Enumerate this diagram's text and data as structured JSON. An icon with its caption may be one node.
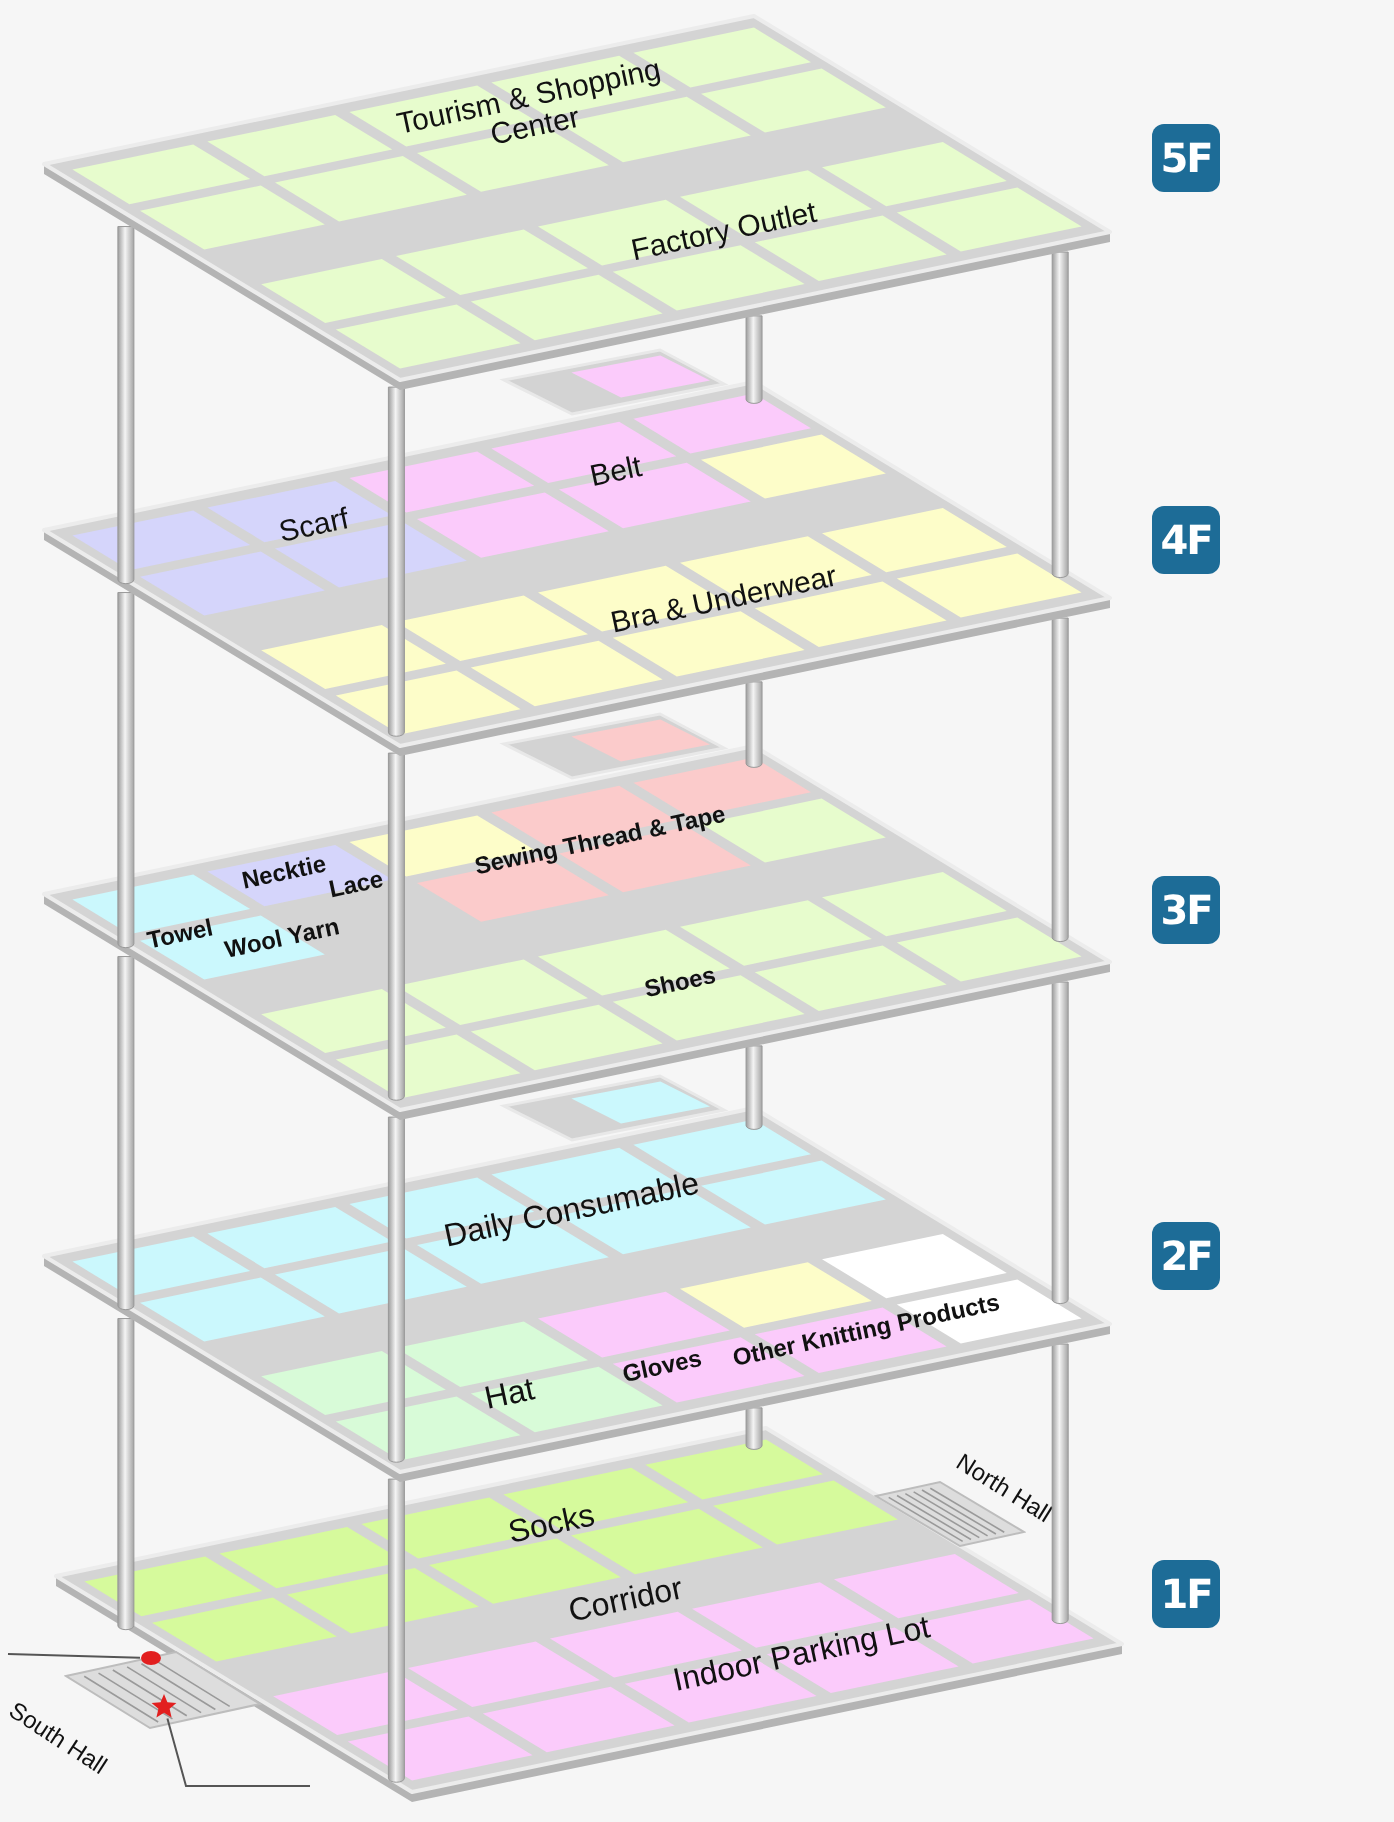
{
  "diagram": {
    "nodes": [
      {
        "text": [
          "Tourism & Shopping Center",
          "Factory Outlet"
        ]
      },
      {
        "text": [
          "5F"
        ]
      },
      {
        "text": [
          "Belt",
          "Scarf",
          "Bra & Underwear"
        ]
      },
      {
        "text": [
          "4F"
        ]
      },
      {
        "text": [
          "Sewing Thread & Tape",
          "Necktie",
          "Lace",
          "Towel",
          "Wool Yarn",
          "Shoes"
        ]
      },
      {
        "text": [
          "3F"
        ]
      },
      {
        "text": [
          "Daily Consumable",
          "Other Knitting Products",
          "Gloves",
          "Hat"
        ]
      },
      {
        "text": [
          "2F"
        ]
      },
      {
        "text": [
          "North Hall"
        ]
      },
      {
        "text": [
          "Socks",
          "Corridor",
          "Indoor Parking Lot"
        ]
      },
      {
        "text": [
          "1F"
        ]
      },
      {
        "text": [
          "South Hall"
        ]
      },
      {
        "text": [],
        "shape": "circle",
        "in": 11
      },
      {
        "text": [],
        "shape": "star",
        "in": 11
      }
    ],
    "edges": [
      {
        "from": null,
        "to": 12,
        "arrow": "none"
      },
      {
        "from": null,
        "to": 13,
        "arrow": "none"
      }
    ]
  }
}
